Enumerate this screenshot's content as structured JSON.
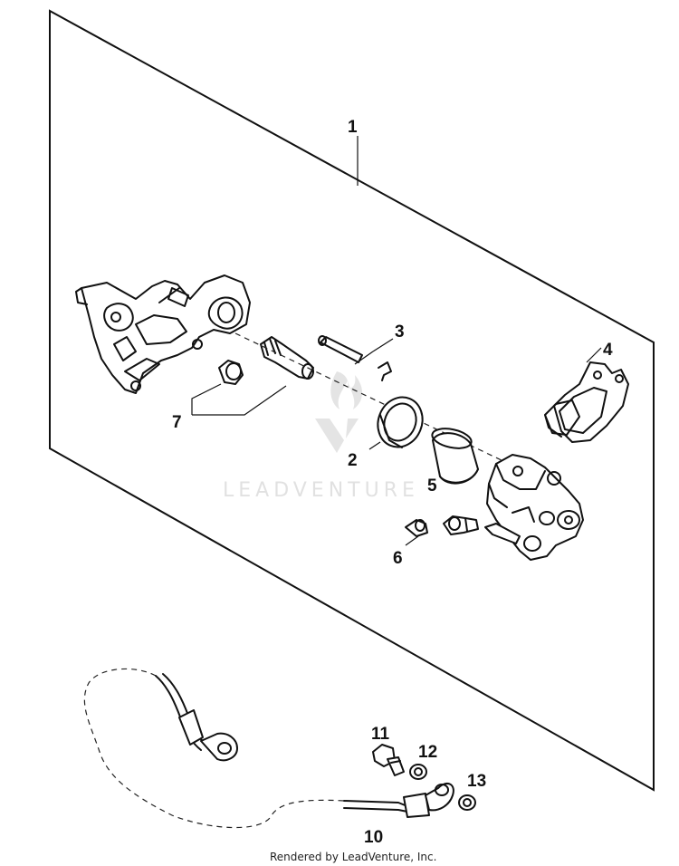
{
  "parts": {
    "p1": "1",
    "p2": "2",
    "p3": "3",
    "p4": "4",
    "p5": "5",
    "p6": "6",
    "p7": "7",
    "p10": "10",
    "p11": "11",
    "p12": "12",
    "p13": "13"
  },
  "watermark": "LEADVENTURE",
  "footer": "Rendered by LeadVenture, Inc."
}
